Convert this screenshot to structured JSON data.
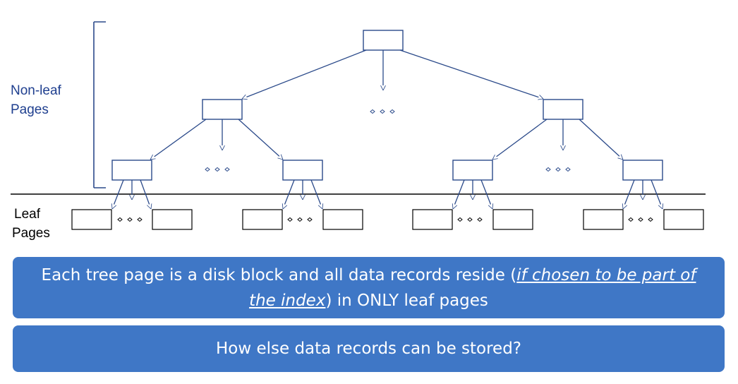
{
  "labels": {
    "non_leaf_line1": "Non-leaf",
    "non_leaf_line2": "Pages",
    "leaf_line1": "Leaf",
    "leaf_line2": "Pages"
  },
  "callouts": {
    "first": {
      "text_before": "Each tree page is a disk block and all data records reside (",
      "emphasis": "if chosen to be part of the index",
      "text_after": ") in ONLY leaf pages"
    },
    "second": "How else data records can be stored?"
  },
  "colors": {
    "callout_bg": "#3f77c6",
    "label_blue": "#1f3f8f",
    "diagram_line": "#2b4a8a"
  }
}
